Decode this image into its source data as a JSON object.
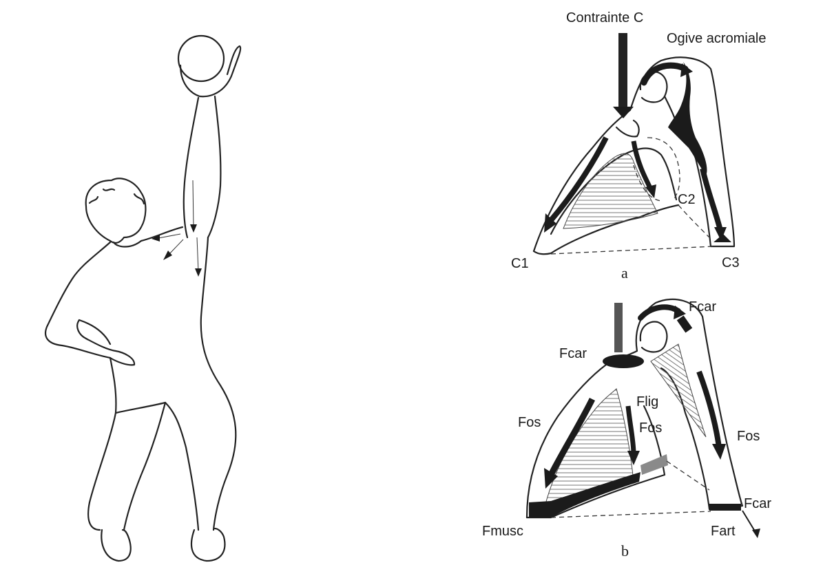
{
  "figure": {
    "panel_a": {
      "letter": "a",
      "labels": {
        "stress": "Contrainte C",
        "ogive": "Ogive acromiale",
        "c1": "C1",
        "c2": "C2",
        "c3": "C3"
      }
    },
    "panel_b": {
      "letter": "b",
      "labels": {
        "fcar_top": "Fcar",
        "fcar_left": "Fcar",
        "flig": "Flig",
        "fos_left": "Fos",
        "fos_middle": "Fos",
        "fos_right": "Fos",
        "fcar_bottom": "Fcar",
        "fmusc": "Fmusc",
        "fart": "Fart"
      }
    }
  }
}
